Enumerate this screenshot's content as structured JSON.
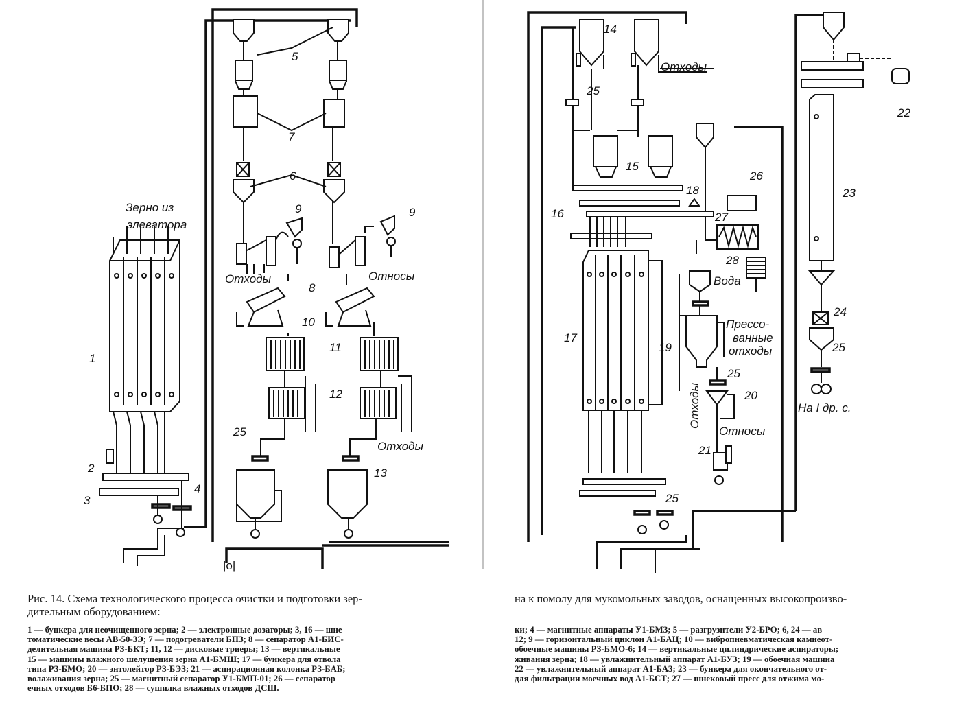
{
  "left_page": {
    "caption_title": "Рис. 14. Схема технологического процесса очистки и подготовки зер-",
    "caption_title_2": "дительным оборудованием:",
    "legend_lines": [
      "1 — бункера для неочищенного зерна; 2 — электронные дозаторы; 3, 16 — шне",
      "томатические весы АВ-50-3Э; 7 — подогреватели БПЗ; 8 — сепаратор А1-БИС-",
      "делительная машина РЗ-БКТ; 11, 12 — дисковые триеры; 13 — вертикальные",
      "15 — машины влажного шелушения зерна А1-БМШ; 17 — бункера для отвола",
      "типа РЗ-БМО; 20 — энтолейтор РЗ-БЭЗ; 21 — аспирационная колонка РЗ-БАБ;",
      "волаживания зерна; 25 — магнитный сепаратор У1-БМП-01; 26 — сепаратор",
      "ечных отходов Б6-БПО; 28 — сушилка влажных отходов ДСШ."
    ],
    "diagram_labels": {
      "grain_from_elevator_1": "Зерно из",
      "grain_from_elevator_2": "элеватора",
      "n1": "1",
      "n2": "2",
      "n3": "3",
      "n4": "4",
      "n5": "5",
      "n6": "6",
      "n7": "7",
      "n8": "8",
      "n9a": "9",
      "n9b": "9",
      "n10": "10",
      "n11": "11",
      "n12": "12",
      "n13": "13",
      "n25": "25",
      "waste_a": "Отходы",
      "waste_b": "Отходы",
      "carryover": "Относы"
    }
  },
  "right_page": {
    "caption_title": "на к помолу для мукомольных заводов, оснащенных высокопроизво-",
    "legend_lines": [
      "ки; 4 — магнитные аппараты У1-БМЗ; 5 — разгрузители У2-БРО; 6, 24 — ав",
      "12; 9 — горизонтальный циклон А1-БАЦ; 10 — вибропневматическая камнеот-",
      "обоечные машины РЗ-БМО-6; 14 — вертикальные цилиндрические аспираторы;",
      "живания зерна; 18 — увлажнительный аппарат А1-БУЗ; 19 — обоечная машина",
      "22 — увлажнительный аппарат А1-БАЗ; 23 — бункера для окончательного от-",
      "для фильтрации моечных вод А1-БСТ; 27 — шнековый пресс для отжима мо-"
    ],
    "diagram_labels": {
      "n14": "14",
      "waste_top": "Отходы",
      "n25a": "25",
      "n15": "15",
      "n16": "16",
      "n18": "18",
      "n26": "26",
      "n27": "27",
      "n28": "28",
      "water": "Вода",
      "n17": "17",
      "n19": "19",
      "pressed_1": "Прессо-",
      "pressed_2": "ванные",
      "pressed_3": "отходы",
      "n25b": "25",
      "n20": "20",
      "waste_mid": "Отходы",
      "carryover": "Относы",
      "n21": "21",
      "n25c": "25",
      "n22": "22",
      "n23": "23",
      "n24": "24",
      "n25d": "25",
      "to_first_break": "На I др. с."
    }
  }
}
